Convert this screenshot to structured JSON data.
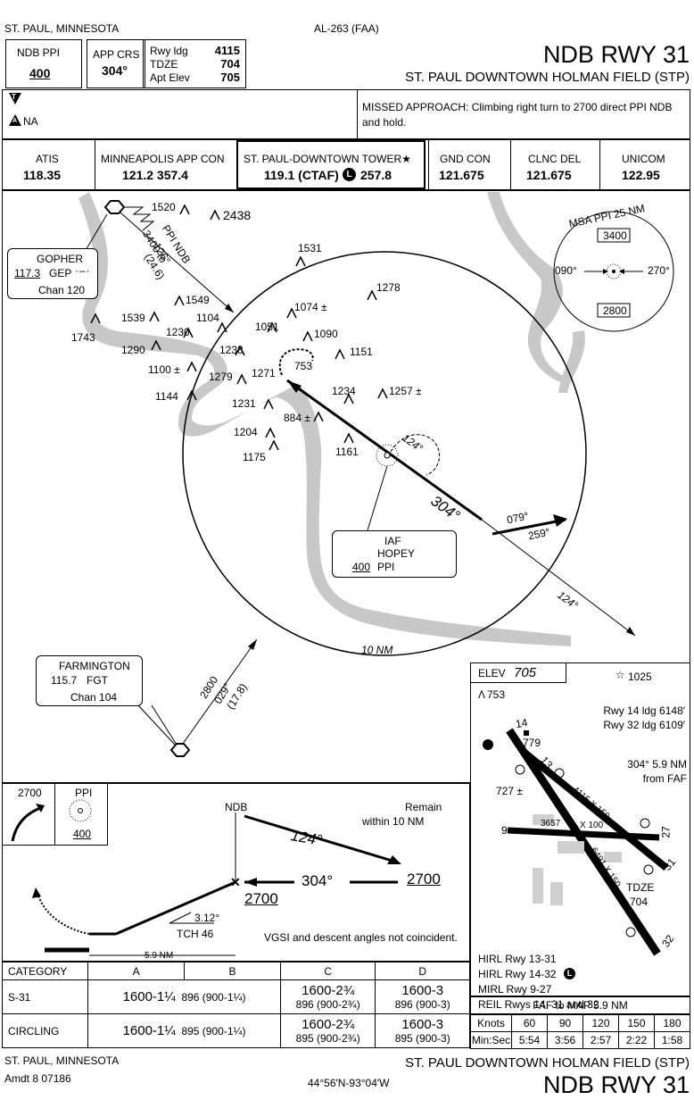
{
  "header": {
    "location": "ST. PAUL, MINNESOTA",
    "procedure_number": "AL-263 (FAA)",
    "title": "NDB RWY 31",
    "airport": "ST. PAUL DOWNTOWN HOLMAN FIELD (STP)"
  },
  "briefing": {
    "ndb_label": "NDB  PPI",
    "ndb_freq": "400",
    "app_crs_label": "APP CRS",
    "app_crs": "304°",
    "rwy_ldg_label": "Rwy ldg",
    "rwy_ldg": "4115",
    "tdze_label": "TDZE",
    "tdze": "704",
    "apt_elev_label": "Apt Elev",
    "apt_elev": "705",
    "takeoff_symbol": "T",
    "alternate_symbol": "A",
    "alternate_na": "NA",
    "missed_approach": "MISSED APPROACH:  Climbing right turn to 2700 direct PPI NDB and hold."
  },
  "comms": [
    {
      "name": "ATIS",
      "freq": "118.35"
    },
    {
      "name": "MINNEAPOLIS APP CON",
      "freq": "121.2  357.4"
    },
    {
      "name": "ST. PAUL-DOWNTOWN TOWER★",
      "freq": "119.1 (CTAF)",
      "freq2": "257.8"
    },
    {
      "name": "GND CON",
      "freq": "121.675"
    },
    {
      "name": "CLNC DEL",
      "freq": "121.675"
    },
    {
      "name": "UNICOM",
      "freq": "122.95"
    }
  ],
  "plan": {
    "gopher": {
      "name": "GOPHER",
      "freq": "117.3",
      "ident": "GEP",
      "chan": "Chan 120"
    },
    "farmington": {
      "name": "FARMINGTON",
      "freq": "115.7",
      "ident": "FGT",
      "chan": "Chan 104"
    },
    "hopey": {
      "iaf": "IAF",
      "name": "HOPEY",
      "freq": "400",
      "ident": "PPI"
    },
    "msa": {
      "title": "MSA PPI 25 NM",
      "north_alt": "3400",
      "south_alt": "2800",
      "left_brg": "090°",
      "right_brg": "270°"
    },
    "ring_label": "10 NM",
    "gopher_route": {
      "alt": "3400 to",
      "fix": "PPI NDB",
      "course": "126°",
      "dist": "(24.6)"
    },
    "farm_route": {
      "alt": "2800",
      "course": "029°",
      "dist": "(17.8)"
    },
    "final_course": "304°",
    "outbound_course": "124°",
    "procedure_turn": "124°",
    "missed_out": "079°",
    "missed_in": "259°",
    "apt_obstacle": "753",
    "obstacles": [
      "1520",
      "2438",
      "1531",
      "1278",
      "1549",
      "1539",
      "1743",
      "1104",
      "1074 ±",
      "1051",
      "1090",
      "1230",
      "1290",
      "1151",
      "1238",
      "1100 ±",
      "1279",
      "1271",
      "1234",
      "1257 ±",
      "1144",
      "1231",
      "884 ±",
      "1204",
      "1161",
      "1175"
    ]
  },
  "airport_sketch": {
    "elev_label": "ELEV",
    "elev": "705",
    "obst_top": "1025",
    "obst_left": "753",
    "rwy14": "Rwy 14 ldg 6148′",
    "rwy32": "Rwy 32 ldg 6109′",
    "faf_note1": "304° 5.9 NM",
    "faf_note2": "from FAF",
    "obst_779": "779",
    "obst_727": "727 ±",
    "rwy_13_31_dims": "4115 X 150",
    "rwy_9_27_dims": "3657",
    "rwy_9_27_w": "X 100",
    "rwy_14_32_dims": "6491 X 150",
    "tdze_label": "TDZE",
    "tdze": "704",
    "rw_14": "14",
    "rw_13": "13",
    "rw_9": "9",
    "rw_27": "27",
    "rw_31": "31",
    "rw_32": "32",
    "lights": [
      "HIRL Rwy 13-31",
      "HIRL Rwy 14-32",
      "MIRL Rwy 9-27",
      "REIL Rwys 14, 31 and 32"
    ]
  },
  "profile": {
    "ma_alt": "2700",
    "ma_fix": "PPI",
    "ma_freq": "400",
    "ndb_label": "NDB",
    "remain1": "Remain",
    "remain2": "within 10 NM",
    "outbound": "124°",
    "inbound": "304°",
    "pt_alt": "2700",
    "ndb_alt": "2700",
    "vgsi_angle": "3.12°",
    "tch": "TCH 46",
    "vgsi_note": "VGSI and descent angles not coincident.",
    "dist": "5.9 NM"
  },
  "minima": {
    "headers": [
      "CATEGORY",
      "A",
      "B",
      "C",
      "D"
    ],
    "rows": [
      {
        "label": "S-31",
        "ab_main": "1600-1¼",
        "ab_sub": "896 (900-1¼)",
        "c_main": "1600-2¾",
        "c_sub": "896 (900-2¾)",
        "d_main": "1600-3",
        "d_sub": "896 (900-3)"
      },
      {
        "label": "CIRCLING",
        "ab_main": "1600-1¼",
        "ab_sub": "895 (900-1¼)",
        "c_main": "1600-2¾",
        "c_sub": "895 (900-2¾)",
        "d_main": "1600-3",
        "d_sub": "895 (900-3)"
      }
    ]
  },
  "timing": {
    "title": "FAF to MAP  5.9 NM",
    "knots_label": "Knots",
    "time_label": "Min:Sec",
    "knots": [
      "60",
      "90",
      "120",
      "150",
      "180"
    ],
    "times": [
      "5:54",
      "3:56",
      "2:57",
      "2:22",
      "1:58"
    ]
  },
  "footer": {
    "location": "ST. PAUL, MINNESOTA",
    "amendment": "Amdt 8  07186",
    "coords": "44°56′N-93°04′W",
    "airport": "ST. PAUL DOWNTOWN HOLMAN FIELD (STP)",
    "title": "NDB RWY 31"
  }
}
